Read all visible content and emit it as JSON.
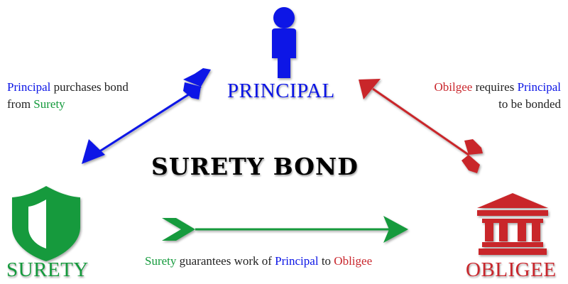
{
  "title": "SURETY BOND",
  "nodes": {
    "principal": {
      "label": "PRINCIPAL",
      "icon": "person-icon",
      "color": "#0a14e6"
    },
    "surety": {
      "label": "SURETY",
      "icon": "shield-icon",
      "color": "#149a3c"
    },
    "obligee": {
      "label": "OBLIGEE",
      "icon": "courthouse-icon",
      "color": "#c9262c"
    }
  },
  "notes": {
    "principal_to_surety": {
      "line1_a": "Principal",
      "line1_b": " purchases bond",
      "line2_a": "from ",
      "line2_b": "Surety"
    },
    "obligee_to_principal": {
      "line1_a": "Obilgee",
      "line1_b": " requires ",
      "line1_c": "Principal",
      "line2": "to be bonded"
    },
    "surety_to_obligee": {
      "a": "Surety",
      "b": " guarantees work of ",
      "c": "Principal",
      "d": " to ",
      "e": "Obligee"
    }
  },
  "arrows": [
    {
      "from": "principal",
      "to": "surety",
      "color": "#0a14e6"
    },
    {
      "from": "obligee",
      "to": "principal",
      "color": "#c9262c"
    },
    {
      "from": "surety",
      "to": "obligee",
      "color": "#149a3c"
    }
  ]
}
